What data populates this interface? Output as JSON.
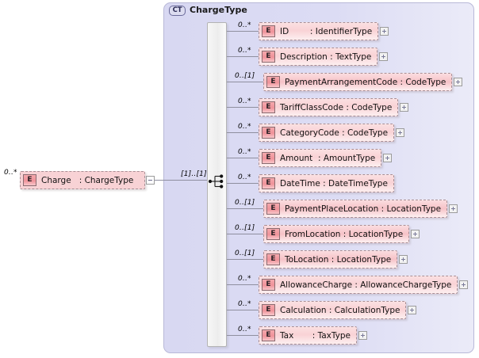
{
  "diagram": {
    "kind": "xsd-schema-diagram",
    "root": {
      "occurrence": "0..*",
      "badge": "E",
      "name": "Charge",
      "separator": "   : ",
      "type": "ChargeType",
      "collapse_icon": "minus-icon"
    },
    "connector_cardinality": "[1]..[1]",
    "complex_type": {
      "badge": "CT",
      "name": "ChargeType",
      "compositor": "sequence"
    },
    "children": [
      {
        "occurrence": "0..*",
        "badge": "E",
        "name": "ID",
        "separator": "        : ",
        "type": "IdentifierType",
        "expandable": true
      },
      {
        "occurrence": "0..*",
        "badge": "E",
        "name": "Description",
        "separator": " : ",
        "type": "TextType",
        "expandable": true
      },
      {
        "occurrence": "0..[1]",
        "badge": "E",
        "name": "PaymentArrangementCode",
        "separator": " : ",
        "type": "CodeType",
        "expandable": true
      },
      {
        "occurrence": "0..*",
        "badge": "E",
        "name": "TariffClassCode",
        "separator": " : ",
        "type": "CodeType",
        "expandable": true
      },
      {
        "occurrence": "0..*",
        "badge": "E",
        "name": "CategoryCode",
        "separator": " : ",
        "type": "CodeType",
        "expandable": true
      },
      {
        "occurrence": "0..*",
        "badge": "E",
        "name": "Amount",
        "separator": "  : ",
        "type": "AmountType",
        "expandable": true
      },
      {
        "occurrence": "0..*",
        "badge": "E",
        "name": "DateTime",
        "separator": " : ",
        "type": "DateTimeType",
        "expandable": false
      },
      {
        "occurrence": "0..[1]",
        "badge": "E",
        "name": "PaymentPlaceLocation",
        "separator": " : ",
        "type": "LocationType",
        "expandable": true
      },
      {
        "occurrence": "0..[1]",
        "badge": "E",
        "name": "FromLocation",
        "separator": " : ",
        "type": "LocationType",
        "expandable": true
      },
      {
        "occurrence": "0..[1]",
        "badge": "E",
        "name": "ToLocation",
        "separator": " : ",
        "type": "LocationType",
        "expandable": true
      },
      {
        "occurrence": "0..*",
        "badge": "E",
        "name": "AllowanceCharge",
        "separator": " : ",
        "type": "AllowanceChargeType",
        "expandable": true
      },
      {
        "occurrence": "0..*",
        "badge": "E",
        "name": "Calculation",
        "separator": " : ",
        "type": "CalculationType",
        "expandable": true
      },
      {
        "occurrence": "0..*",
        "badge": "E",
        "name": "Tax",
        "separator": "       : ",
        "type": "TaxType",
        "expandable": true
      }
    ]
  },
  "colors": {
    "panel_fill": "#dcdcf4",
    "panel_border": "#b9b9d8",
    "element_fill": "#f7c9cc",
    "element_border": "#a98f95",
    "badge_fill": "#ef9299",
    "line": "#8f8f9f",
    "seq_box_fill": "#ececec"
  }
}
